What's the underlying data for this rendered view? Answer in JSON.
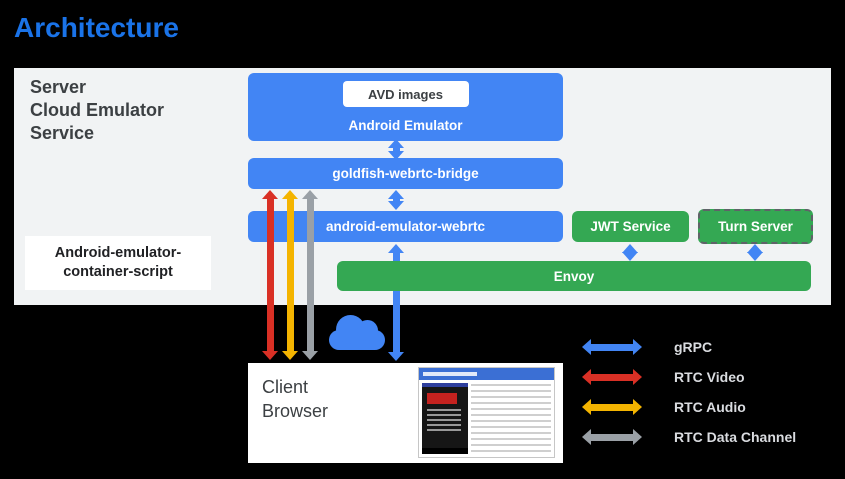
{
  "title": "Architecture",
  "server": {
    "label_lines": [
      "Server",
      "Cloud Emulator",
      "Service"
    ],
    "container_script_lines": [
      "Android-emulator-",
      "container-script"
    ]
  },
  "boxes": {
    "avd_images": "AVD images",
    "android_emulator": "Android Emulator",
    "goldfish_webrtc_bridge": "goldfish-webrtc-bridge",
    "android_emulator_webrtc": "android-emulator-webrtc",
    "jwt_service": "JWT Service",
    "turn_server": "Turn Server",
    "envoy": "Envoy"
  },
  "client": {
    "label_lines": [
      "Client",
      "Browser"
    ]
  },
  "legend": [
    {
      "label": "gRPC",
      "color": "#4285F4"
    },
    {
      "label": "RTC Video",
      "color": "#D93025"
    },
    {
      "label": "RTC Audio",
      "color": "#F4B400"
    },
    {
      "label": "RTC Data Channel",
      "color": "#9AA0A6"
    }
  ],
  "colors": {
    "background": "#000000",
    "title": "#1A73E8",
    "panel": "#F1F3F4",
    "blue_box": "#4285F4",
    "green_box": "#34A853",
    "arrow_blue": "#4285F4",
    "arrow_red": "#D93025",
    "arrow_yellow": "#F4B400",
    "arrow_gray": "#9AA0A6"
  }
}
